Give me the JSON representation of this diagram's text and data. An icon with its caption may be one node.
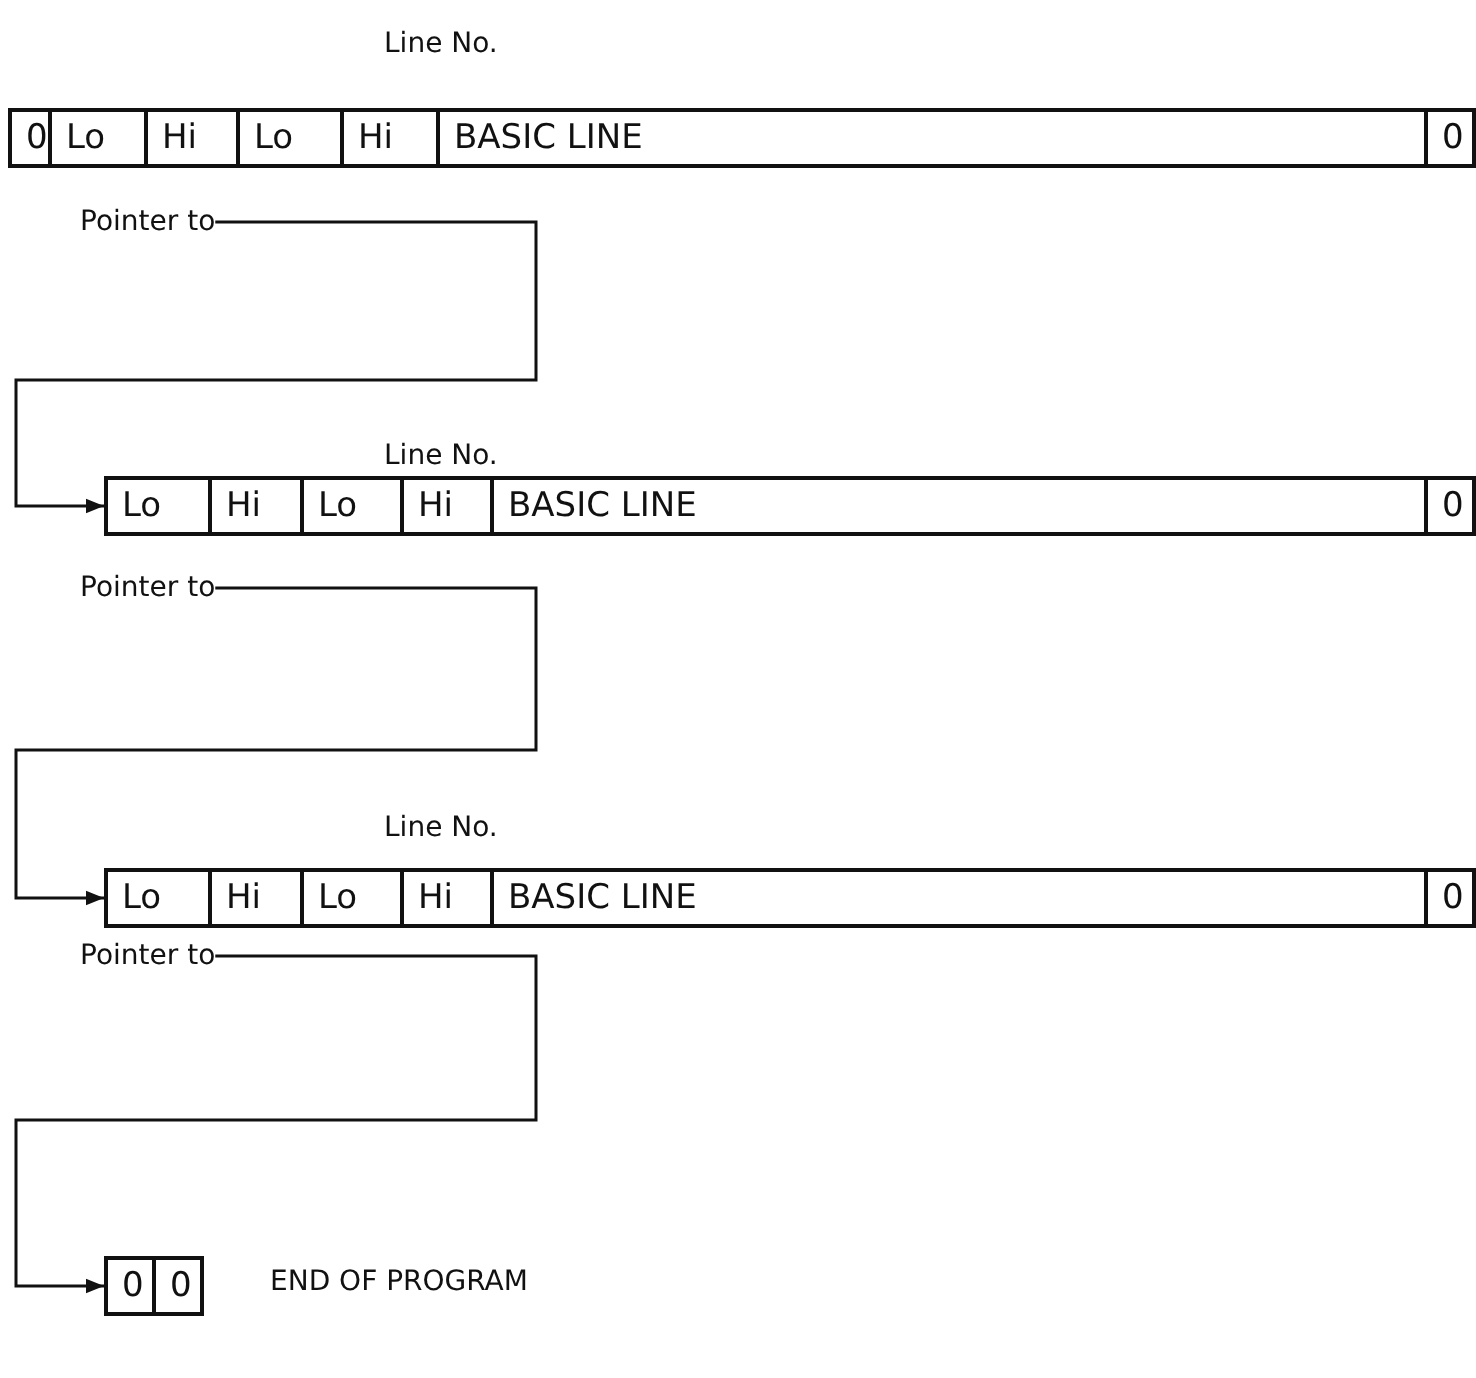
{
  "diagram": {
    "nodes": [
      {
        "text": [
          "0"
        ]
      },
      {
        "text": [
          "Lo"
        ]
      },
      {
        "text": [
          "Hi"
        ]
      },
      {
        "text": [
          "Lo"
        ]
      },
      {
        "text": [
          "Hi"
        ]
      },
      {
        "text": [
          "BASIC LINE"
        ]
      },
      {
        "text": [
          "0"
        ]
      },
      {
        "text": [
          "Pointer to"
        ]
      },
      {
        "text": [
          "Lo"
        ]
      },
      {
        "text": [
          "Hi"
        ]
      },
      {
        "text": [
          "Lo"
        ]
      },
      {
        "text": [
          "Hi"
        ]
      },
      {
        "text": [
          "BASIC LINE"
        ]
      },
      {
        "text": [
          "0"
        ]
      },
      {
        "text": [
          "Pointer to"
        ]
      },
      {
        "text": [
          "Lo"
        ]
      },
      {
        "text": [
          "Hi"
        ]
      },
      {
        "text": [
          "Lo"
        ]
      },
      {
        "text": [
          "Hi"
        ]
      },
      {
        "text": [
          "BASIC LINE"
        ]
      },
      {
        "text": [
          "0"
        ]
      },
      {
        "text": [
          "Pointer to"
        ]
      },
      {
        "text": [
          "0"
        ]
      },
      {
        "text": [
          "0"
        ]
      }
    ],
    "edges": [
      {
        "from": 7,
        "to": 8,
        "arrow": "to"
      },
      {
        "from": 14,
        "to": 15,
        "arrow": "to"
      },
      {
        "from": 21,
        "to": 22,
        "arrow": "to"
      }
    ],
    "labels": [
      "Line No.",
      "Line No.",
      "Line No.",
      "END OF PROGRAM"
    ]
  }
}
